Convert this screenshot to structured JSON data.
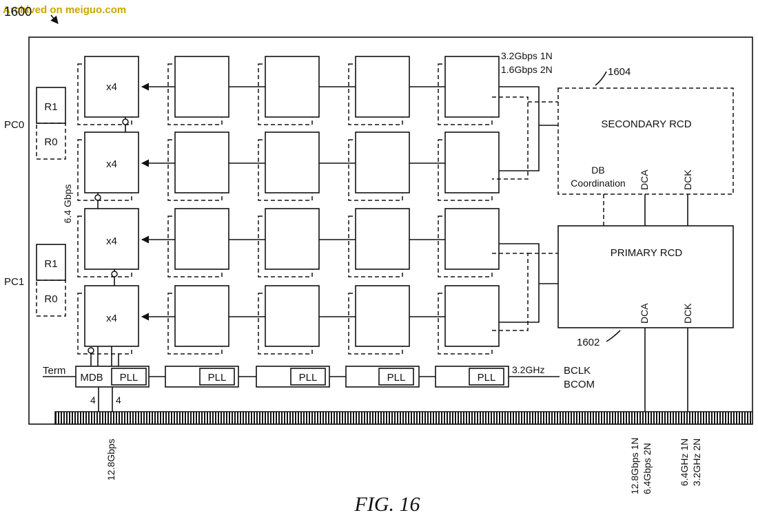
{
  "watermark": "Archived on meiguo.com",
  "ref_module": "1600",
  "ref_secondary": "1604",
  "ref_primary": "1602",
  "chip_label": "x4",
  "rank_labels": {
    "r1": "R1",
    "r0": "R0"
  },
  "channel_labels": {
    "pc0": "PC0",
    "pc1": "PC1"
  },
  "rate_64": "6.4 Gbps",
  "top_rate_1": "3.2Gbps 1N",
  "top_rate_2": "1.6Gbps 2N",
  "secondary_rcd": "SECONDARY RCD",
  "db_coord_1": "DB",
  "db_coord_2": "Coordination",
  "dca": "DCA",
  "dck": "DCK",
  "primary_rcd": "PRIMARY RCD",
  "term": "Term",
  "mdb": "MDB",
  "pll": "PLL",
  "freq_32": "3.2GHz",
  "bclk": "BCLK",
  "bcom": "BCOM",
  "bus_width": "4",
  "rate_128": "12.8Gbps",
  "dca_rate_1": "12.8Gbps 1N",
  "dca_rate_2": "6.4Gbps 2N",
  "dck_rate_1": "6.4GHz 1N",
  "dck_rate_2": "3.2GHz 2N",
  "figure_caption": "FIG. 16"
}
